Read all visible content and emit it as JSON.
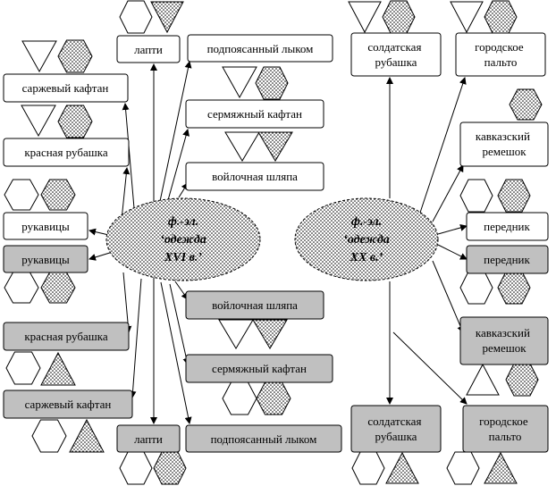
{
  "centers": {
    "left": {
      "line1": "ф.-эл.",
      "line2": "‘одежда",
      "line3": "XVI в.’"
    },
    "right": {
      "line1": "ф.-эл.",
      "line2": "‘одежда",
      "line3": "XX в.’"
    }
  },
  "left_top_nodes": [
    "лапти",
    "подпоясанный лыком",
    "саржевый кафтан",
    "сермяжный кафтан",
    "красная рубашка",
    "войлочная шляпа",
    "рукавицы"
  ],
  "left_bottom_nodes": [
    "рукавицы",
    "войлочная шляпа",
    "красная рубашка",
    "сермяжный кафтан",
    "саржевый кафтан",
    "лапти",
    "подпоясанный лыком"
  ],
  "right_top_nodes": [
    "солдатская\nрубашка",
    "городское\nпальто",
    "кавказский\nремешок",
    "передник"
  ],
  "right_bottom_nodes": [
    "передник",
    "кавказский\nремешок",
    "солдатская\nрубашка",
    "городское\nпальто"
  ]
}
